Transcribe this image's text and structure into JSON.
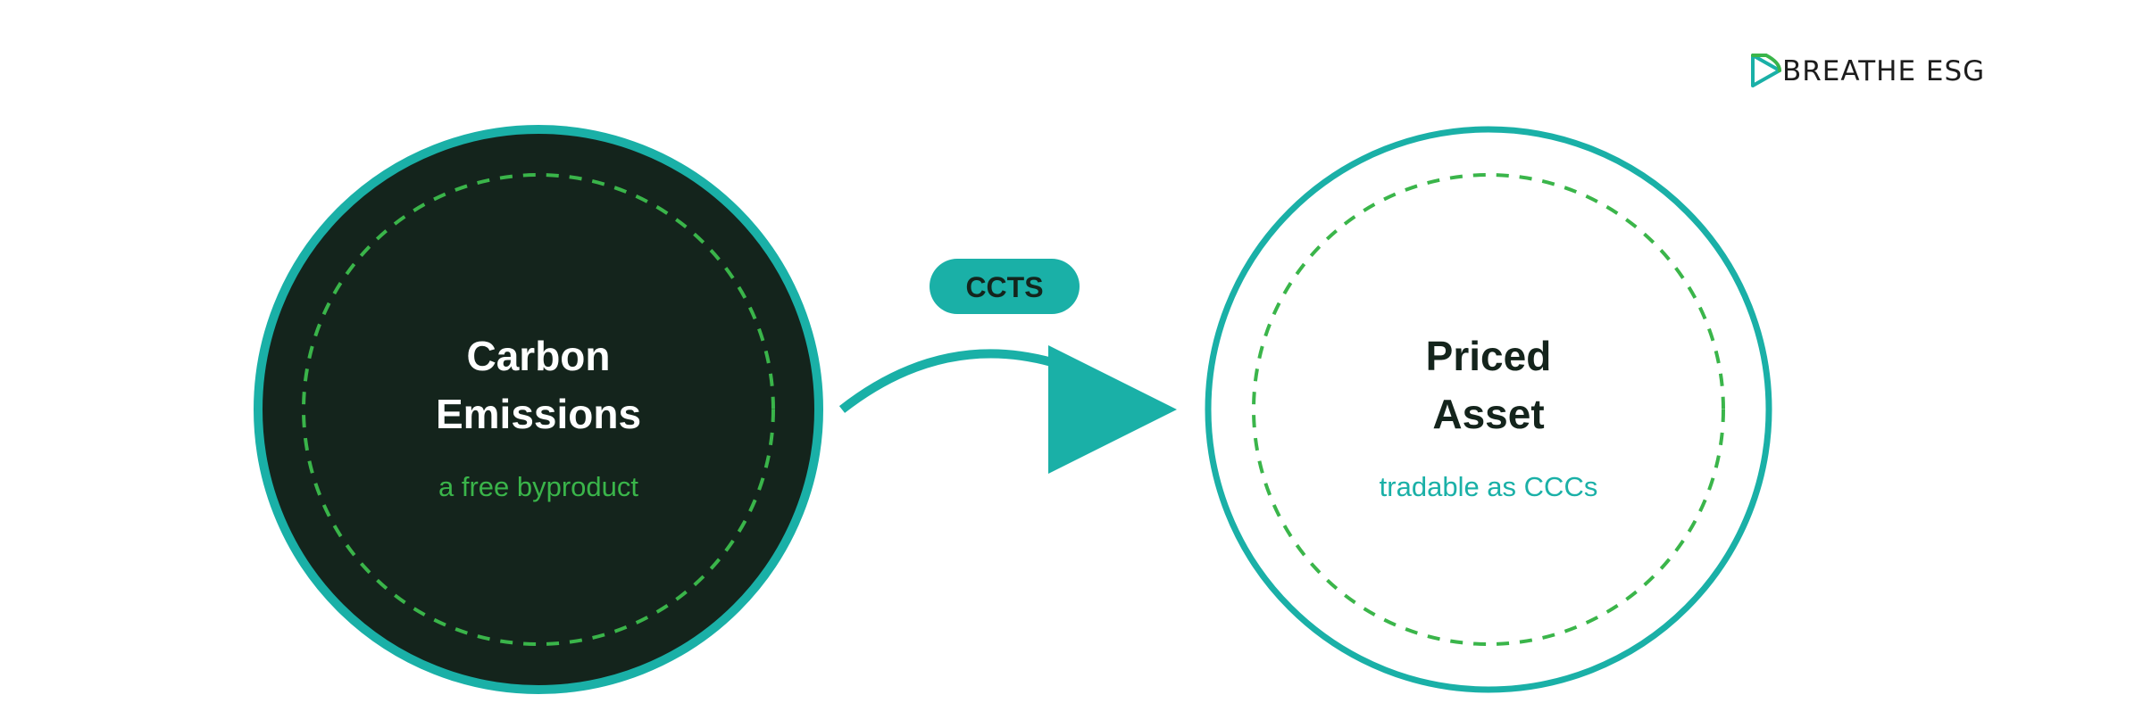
{
  "logo": {
    "text": "BREATHE ESG",
    "icon": "brand-arrow-icon"
  },
  "source": {
    "title_line1": "Carbon",
    "title_line2": "Emissions",
    "subtitle": "a free byproduct"
  },
  "target": {
    "title_line1": "Priced",
    "title_line2": "Asset",
    "subtitle": "tradable as CCCs"
  },
  "connector": {
    "label": "CCTS",
    "icon": "arrow-right-icon"
  },
  "colors": {
    "teal": "#1ab0a7",
    "dark_green": "#14241c",
    "bright_green": "#3ab54a",
    "text_dark": "#14241c",
    "white": "#ffffff"
  }
}
